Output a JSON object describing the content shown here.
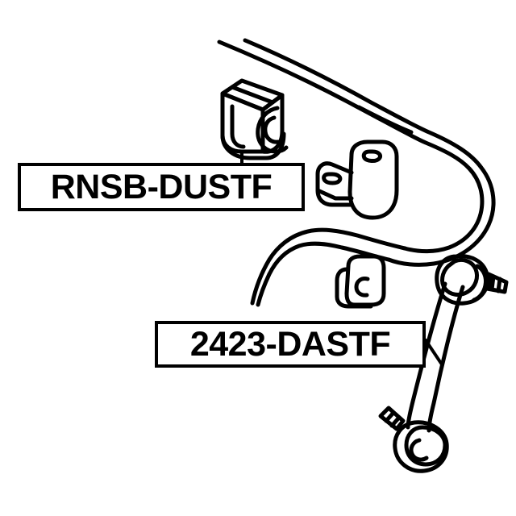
{
  "diagram": {
    "kind": "automotive-parts-exploded-diagram",
    "subject": "front stabilizer bar with bushing and stabilizer link",
    "background_color": "#ffffff",
    "line_color": "#000000",
    "labels": [
      {
        "id": "label-1",
        "text": "RNSB-DUSTF",
        "points_to": "stabilizer-bar-bushing",
        "leader": "vertical line upward from box top to bushing"
      },
      {
        "id": "label-2",
        "text": "2423-DASTF",
        "points_to": "stabilizer-link",
        "leader": "diagonal line up-right from box right edge to link rod"
      }
    ],
    "parts": [
      {
        "name": "stabilizer-bar",
        "description": "curved anti-roll bar running from upper left, bending down and looping back at the right"
      },
      {
        "name": "stabilizer-bar-bushing",
        "description": "rubber D-bushing block with C-shaped split, mounted on the bar"
      },
      {
        "name": "upper-mounting-bracket",
        "description": "bracket with two bolt holes welded to the bar"
      },
      {
        "name": "lower-mounting-bracket",
        "description": "single-hole bracket tab at the lower bend of the bar"
      },
      {
        "name": "stabilizer-link",
        "description": "sway bar link rod with a ball joint, threaded stud and nut at each end"
      },
      {
        "name": "link-upper-ball-joint",
        "description": "upper ball joint housing with threaded stud pointing right"
      },
      {
        "name": "link-lower-ball-joint",
        "description": "lower ball joint housing with threaded stud pointing left"
      }
    ]
  }
}
